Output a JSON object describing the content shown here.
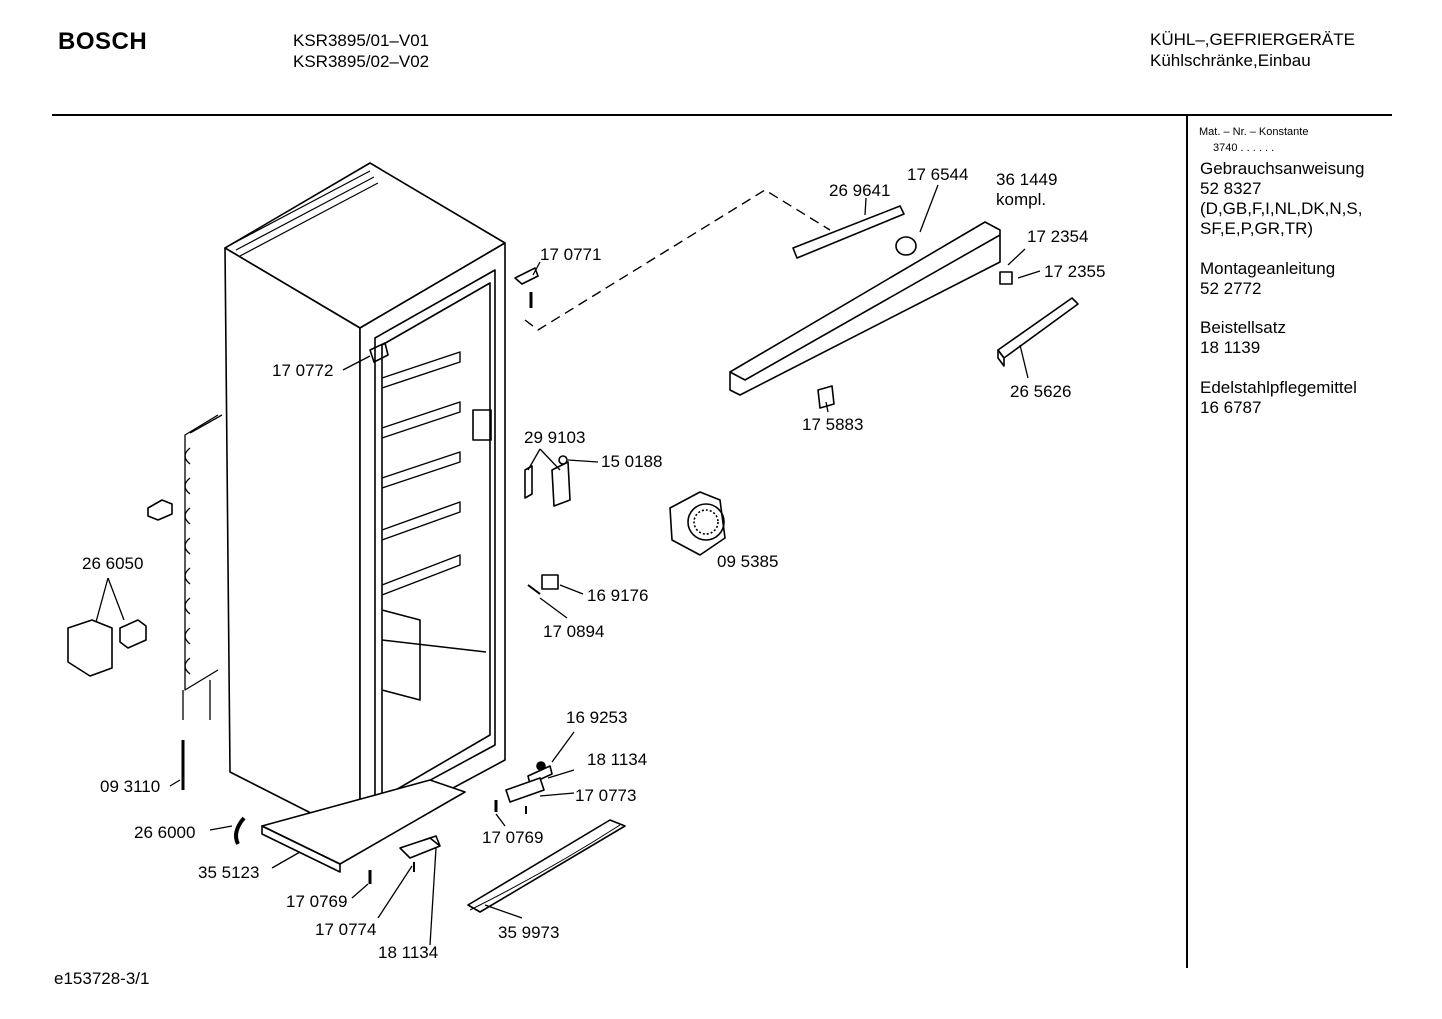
{
  "header": {
    "brand": "BOSCH",
    "model_1": "KSR3895/01–V01",
    "model_2": "KSR3895/02–V02",
    "category_1": "KÜHL–,GEFRIERGERÄTE",
    "category_2": "Kühlschränke,Einbau"
  },
  "sidebar": {
    "mat_title": "Mat. – Nr. – Konstante",
    "mat_value": "3740  .  .  .  .  .  .",
    "entries": [
      {
        "title": "Gebrauchsanweisung",
        "lines": [
          "52 8327",
          "(D,GB,F,I,NL,DK,N,S,",
          "SF,E,P,GR,TR)"
        ]
      },
      {
        "title": "Montageanleitung",
        "lines": [
          "52 2772"
        ]
      },
      {
        "title": "Beistellsatz",
        "lines": [
          "18 1139"
        ]
      },
      {
        "title": "Edelstahlpflegemittel",
        "lines": [
          "16 6787"
        ]
      }
    ]
  },
  "parts": {
    "p269641": "26 9641",
    "p176544": "17 6544",
    "p361449": "36 1449",
    "p361449_note": "kompl.",
    "p172354": "17 2354",
    "p172355": "17 2355",
    "p170771": "17 0771",
    "p170772": "17 0772",
    "p265626": "26 5626",
    "p175883": "17 5883",
    "p299103": "29 9103",
    "p150188": "15 0188",
    "p095385": "09 5385",
    "p266050": "26 6050",
    "p169176": "16 9176",
    "p170894": "17 0894",
    "p169253": "16 9253",
    "p181134a": "18 1134",
    "p170773": "17 0773",
    "p170769a": "17 0769",
    "p093110": "09 3110",
    "p266000": "26 6000",
    "p355123": "35 5123",
    "p170769b": "17 0769",
    "p170774": "17 0774",
    "p181134b": "18 1134",
    "p359973": "35 9973"
  },
  "footer": {
    "code": "e153728-3/1"
  }
}
